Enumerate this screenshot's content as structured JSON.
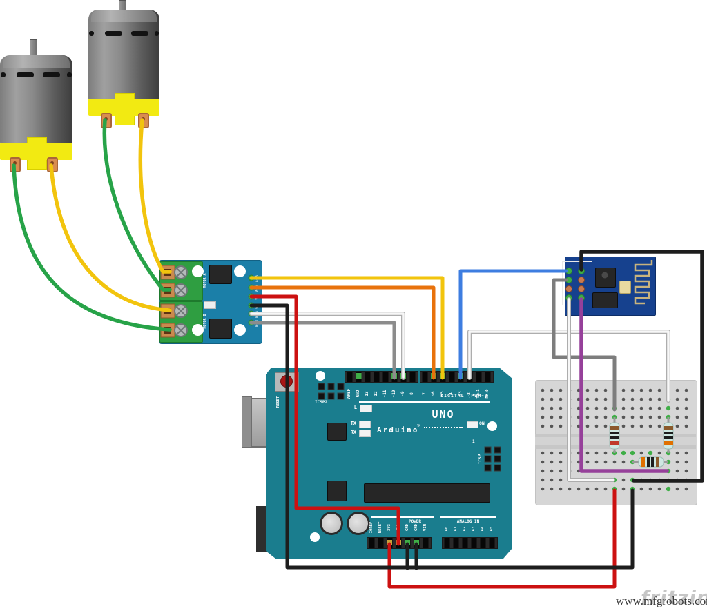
{
  "watermark": {
    "logo": "fritzing",
    "site": "www.mfgrobots.com"
  },
  "motor_driver": {
    "motor_a_label": "MOTOR A",
    "motor_b_label": "MOTOR B",
    "pin_labels": [
      "A-IA",
      "A-IB",
      "VCC",
      "GND",
      "B-IA",
      "B-IB"
    ]
  },
  "arduino": {
    "brand": "Arduino",
    "trademark": "TM",
    "model": "UNO",
    "digital_label": "DIGITAL (PWM~)",
    "power_label": "POWER",
    "analog_label": "ANALOG IN",
    "icsp2_label": "ICSP2",
    "icsp_label": "ICSP",
    "reset_label": "RESET",
    "led_l": "L",
    "led_tx": "TX",
    "led_rx": "RX",
    "led_on": "ON",
    "pin1_label": "1",
    "digital_pins_left": [
      "AREF",
      "GND",
      "13",
      "12",
      "~11",
      "~10",
      "~9",
      "8"
    ],
    "digital_pins_right": [
      "7",
      "~6",
      "~5",
      "4",
      "~3",
      "2",
      "TX►1",
      "RX◄0"
    ],
    "power_pins": [
      "IOREF",
      "RESET",
      "3V3",
      "5V",
      "GND",
      "GND",
      "VIN"
    ],
    "analog_pins": [
      "A0",
      "A1",
      "A2",
      "A3",
      "A4",
      "A5"
    ]
  },
  "wire_colors": {
    "yellow": "#f2c40d",
    "green": "#27a348",
    "orange": "#e8720c",
    "red": "#cc1111",
    "black": "#1d1d1d",
    "gray": "#8c8c8c",
    "white": "#f5f5f5",
    "blue": "#3d7de0",
    "purple": "#96409a"
  },
  "board_colors": {
    "arduino_teal": "#1a7d8e",
    "driver_blue": "#1b7fa8",
    "terminal_green": "#2f9e41",
    "esp_blue": "#16418e",
    "breadboard_gray": "#d6d6d6",
    "motor_base_yellow": "#f2ea12",
    "connected_hole_green": "#3fae47"
  }
}
